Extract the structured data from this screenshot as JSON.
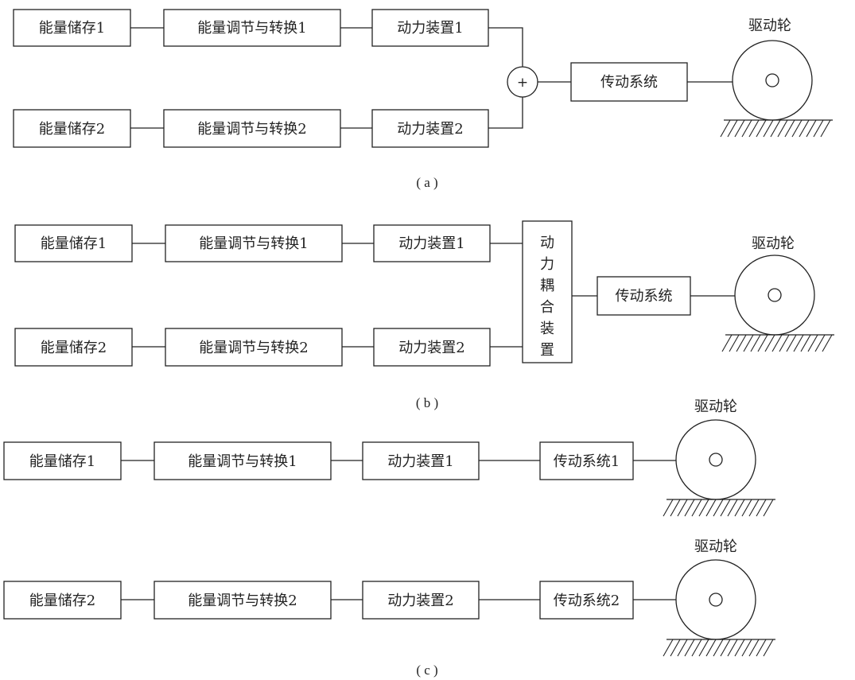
{
  "diagrams": {
    "a": {
      "caption": "( a )",
      "chain1": {
        "storage": "能量储存1",
        "regulation": "能量调节与转换1",
        "power": "动力装置1"
      },
      "chain2": {
        "storage": "能量储存2",
        "regulation": "能量调节与转换2",
        "power": "动力装置2"
      },
      "summing_symbol": "+",
      "transmission": "传动系统",
      "wheel_label": "驱动轮"
    },
    "b": {
      "caption": "( b )",
      "chain1": {
        "storage": "能量储存1",
        "regulation": "能量调节与转换1",
        "power": "动力装置1"
      },
      "chain2": {
        "storage": "能量储存2",
        "regulation": "能量调节与转换2",
        "power": "动力装置2"
      },
      "coupling_chars": [
        "动",
        "力",
        "耦",
        "合",
        "装",
        "置"
      ],
      "transmission": "传动系统",
      "wheel_label": "驱动轮"
    },
    "c": {
      "caption": "( c )",
      "chain1": {
        "storage": "能量储存1",
        "regulation": "能量调节与转换1",
        "power": "动力装置1",
        "transmission": "传动系统1",
        "wheel_label": "驱动轮"
      },
      "chain2": {
        "storage": "能量储存2",
        "regulation": "能量调节与转换2",
        "power": "动力装置2",
        "transmission": "传动系统2",
        "wheel_label": "驱动轮"
      }
    }
  }
}
